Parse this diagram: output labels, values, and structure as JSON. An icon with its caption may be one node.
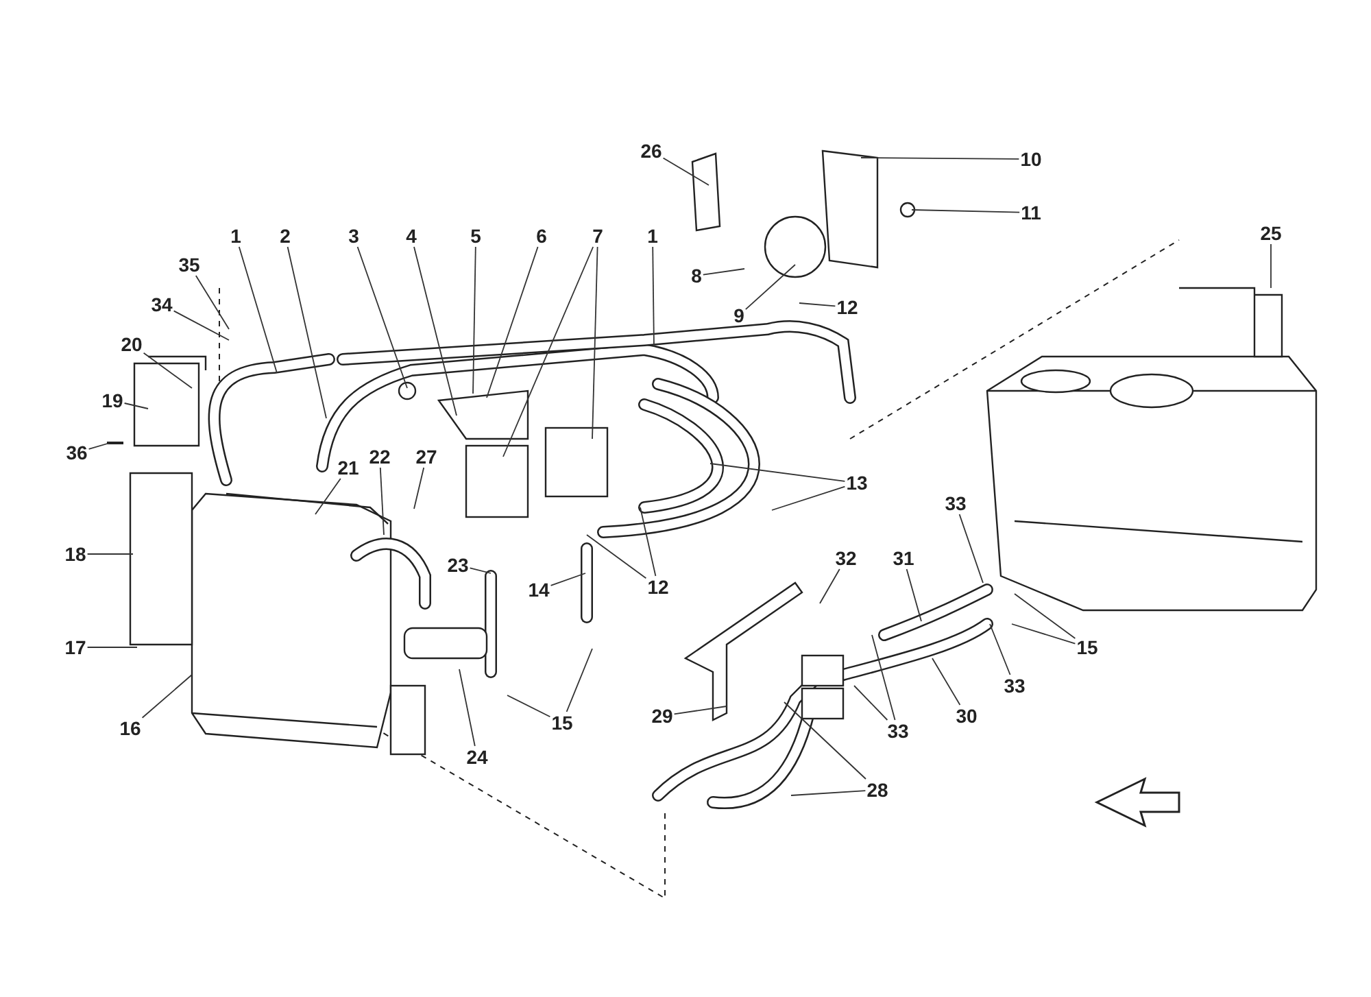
{
  "diagram": {
    "nodes": [
      {
        "text": [
          "26"
        ]
      },
      {
        "text": [
          "10"
        ]
      },
      {
        "text": [
          "11"
        ]
      },
      {
        "text": [
          "1"
        ]
      },
      {
        "text": [
          "2"
        ]
      },
      {
        "text": [
          "3"
        ]
      },
      {
        "text": [
          "4"
        ]
      },
      {
        "text": [
          "5"
        ]
      },
      {
        "text": [
          "6"
        ]
      },
      {
        "text": [
          "7"
        ]
      },
      {
        "text": [
          "1"
        ]
      },
      {
        "text": [
          "25"
        ]
      },
      {
        "text": [
          "35"
        ]
      },
      {
        "text": [
          "8"
        ]
      },
      {
        "text": [
          "34"
        ]
      },
      {
        "text": [
          "12"
        ]
      },
      {
        "text": [
          "9"
        ]
      },
      {
        "text": [
          "20"
        ]
      },
      {
        "text": [
          "19"
        ]
      },
      {
        "text": [
          "36"
        ]
      },
      {
        "text": [
          "22"
        ]
      },
      {
        "text": [
          "27"
        ]
      },
      {
        "text": [
          "21"
        ]
      },
      {
        "text": [
          "13"
        ]
      },
      {
        "text": [
          "33"
        ]
      },
      {
        "text": [
          "18"
        ]
      },
      {
        "text": [
          "32"
        ]
      },
      {
        "text": [
          "31"
        ]
      },
      {
        "text": [
          "23"
        ]
      },
      {
        "text": [
          "12"
        ]
      },
      {
        "text": [
          "14"
        ]
      },
      {
        "text": [
          "17"
        ]
      },
      {
        "text": [
          "15"
        ]
      },
      {
        "text": [
          "33"
        ]
      },
      {
        "text": [
          "29"
        ]
      },
      {
        "text": [
          "30"
        ]
      },
      {
        "text": [
          "15"
        ]
      },
      {
        "text": [
          "16"
        ]
      },
      {
        "text": [
          "33"
        ]
      },
      {
        "text": [
          "24"
        ]
      },
      {
        "text": [
          "28"
        ]
      }
    ],
    "edges": [
      {
        "from": 0,
        "to": null,
        "arrow": "none"
      },
      {
        "from": 1,
        "to": null,
        "arrow": "none"
      },
      {
        "from": 2,
        "to": null,
        "arrow": "none"
      },
      {
        "from": 3,
        "to": null,
        "arrow": "none"
      },
      {
        "from": 4,
        "to": null,
        "arrow": "none"
      },
      {
        "from": 5,
        "to": null,
        "arrow": "none"
      },
      {
        "from": 6,
        "to": null,
        "arrow": "none"
      },
      {
        "from": 7,
        "to": null,
        "arrow": "none"
      },
      {
        "from": 8,
        "to": null,
        "arrow": "none"
      },
      {
        "from": 9,
        "to": null,
        "arrow": "none"
      },
      {
        "from": 9,
        "to": null,
        "arrow": "none"
      },
      {
        "from": 10,
        "to": null,
        "arrow": "none"
      },
      {
        "from": 11,
        "to": null,
        "arrow": "none"
      },
      {
        "from": 12,
        "to": null,
        "arrow": "none"
      },
      {
        "from": 13,
        "to": null,
        "arrow": "none"
      },
      {
        "from": 14,
        "to": null,
        "arrow": "none"
      },
      {
        "from": 15,
        "to": null,
        "arrow": "none"
      },
      {
        "from": 16,
        "to": null,
        "arrow": "none"
      },
      {
        "from": 17,
        "to": null,
        "arrow": "none"
      },
      {
        "from": 18,
        "to": null,
        "arrow": "none"
      },
      {
        "from": 19,
        "to": null,
        "arrow": "none"
      },
      {
        "from": 20,
        "to": null,
        "arrow": "none"
      },
      {
        "from": 21,
        "to": null,
        "arrow": "none"
      },
      {
        "from": 22,
        "to": null,
        "arrow": "none"
      },
      {
        "from": 23,
        "to": null,
        "arrow": "none"
      },
      {
        "from": 23,
        "to": null,
        "arrow": "none"
      },
      {
        "from": 24,
        "to": null,
        "arrow": "none"
      },
      {
        "from": 25,
        "to": null,
        "arrow": "none"
      },
      {
        "from": 26,
        "to": null,
        "arrow": "none"
      },
      {
        "from": 27,
        "to": null,
        "arrow": "none"
      },
      {
        "from": 28,
        "to": null,
        "arrow": "none"
      },
      {
        "from": 29,
        "to": null,
        "arrow": "none"
      },
      {
        "from": 29,
        "to": null,
        "arrow": "none"
      },
      {
        "from": 30,
        "to": null,
        "arrow": "none"
      },
      {
        "from": 31,
        "to": null,
        "arrow": "none"
      },
      {
        "from": 32,
        "to": null,
        "arrow": "none"
      },
      {
        "from": 32,
        "to": null,
        "arrow": "none"
      },
      {
        "from": 33,
        "to": null,
        "arrow": "none"
      },
      {
        "from": 34,
        "to": null,
        "arrow": "none"
      },
      {
        "from": 35,
        "to": null,
        "arrow": "none"
      },
      {
        "from": 36,
        "to": null,
        "arrow": "none"
      },
      {
        "from": 36,
        "to": null,
        "arrow": "none"
      },
      {
        "from": 37,
        "to": null,
        "arrow": "none"
      },
      {
        "from": 38,
        "to": null,
        "arrow": "none"
      },
      {
        "from": 38,
        "to": null,
        "arrow": "none"
      },
      {
        "from": 39,
        "to": null,
        "arrow": "none"
      },
      {
        "from": 40,
        "to": null,
        "arrow": "none"
      },
      {
        "from": 40,
        "to": null,
        "arrow": "none"
      }
    ]
  }
}
